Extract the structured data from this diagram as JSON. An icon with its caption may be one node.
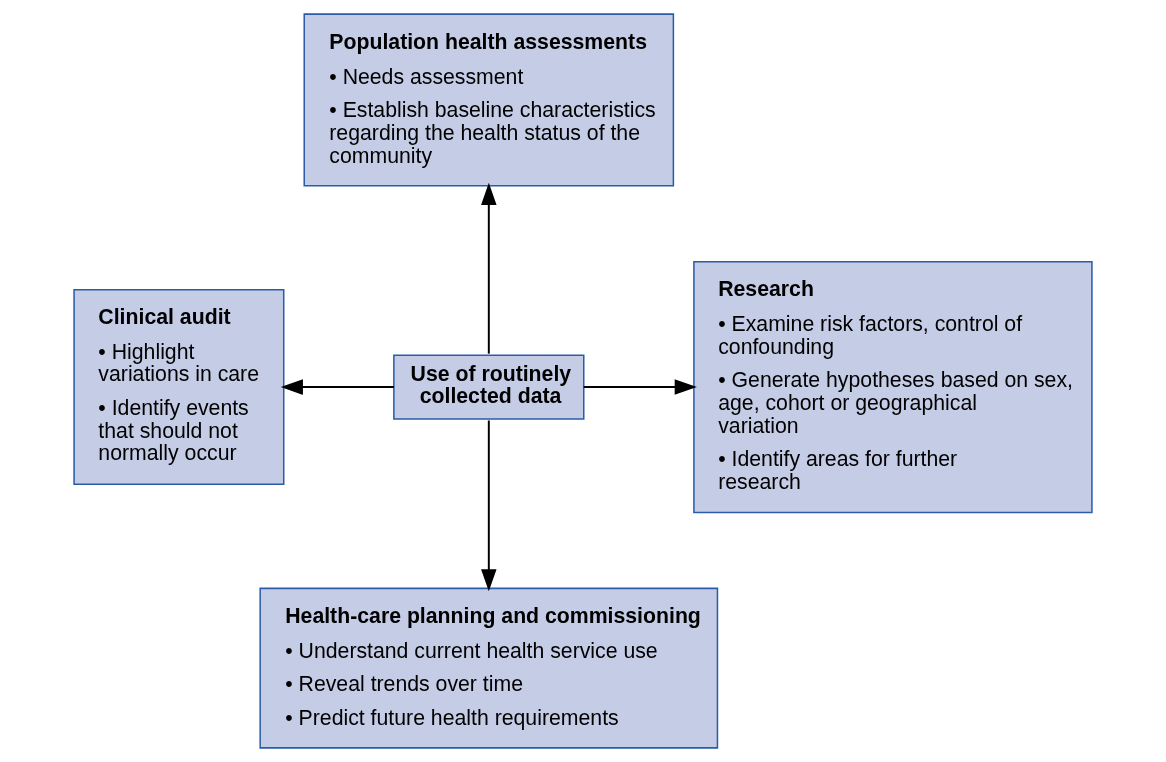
{
  "diagram": {
    "nodes": [
      {
        "text": [
          "Use of routinely collected data"
        ]
      },
      {
        "text": [
          "Population health assessments",
          "• Needs assessment",
          "• Establish baseline characteristics regarding the health status of the community"
        ]
      },
      {
        "text": [
          "Clinical audit",
          "• Highlight variations in care",
          "• Identify events that should not normally occur"
        ]
      },
      {
        "text": [
          "Research",
          "• Examine risk factors, control of confounding",
          "• Generate hypotheses based on sex, age, cohort or geographical variation",
          "• Identify areas for further research"
        ]
      },
      {
        "text": [
          "Health-care planning and commissioning",
          "• Understand current health service use",
          "• Reveal trends over time",
          "• Predict future health requirements"
        ]
      }
    ],
    "edges": [
      {
        "from": 0,
        "to": 1,
        "arrow": "to"
      },
      {
        "from": 0,
        "to": 2,
        "arrow": "to"
      },
      {
        "from": 0,
        "to": 3,
        "arrow": "to"
      },
      {
        "from": 0,
        "to": 4,
        "arrow": "to"
      }
    ]
  }
}
